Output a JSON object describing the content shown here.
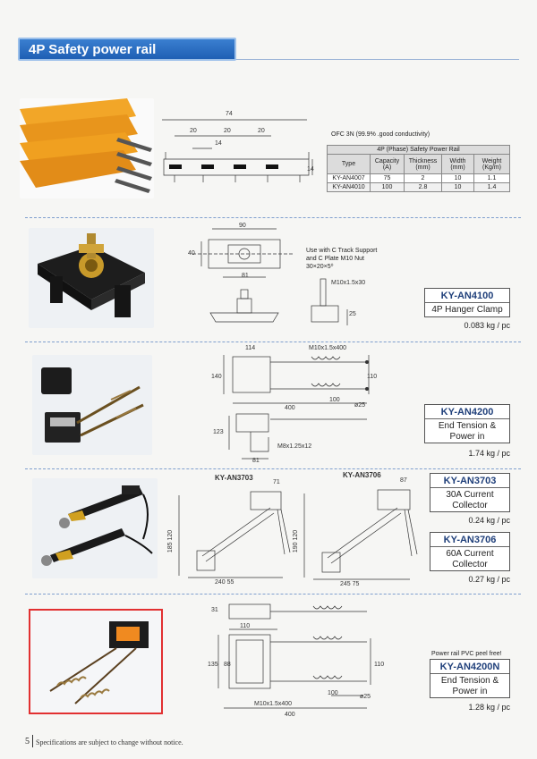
{
  "page": {
    "title": "4P Safety power rail",
    "page_number": "5",
    "footer": "Specifications are subject to change without notice."
  },
  "section1": {
    "note": "OFC 3N (99.9% .good conductivity)",
    "dims": {
      "total": "74",
      "d1": "20",
      "d2": "20",
      "d3": "20",
      "d4": "14",
      "h": "14"
    },
    "table": {
      "caption": "4P (Phase) Safety Power Rail",
      "headers": [
        "Type",
        "Capacity (A)",
        "Thickness (mm)",
        "Width (mm)",
        "Weight (Kg/m)"
      ],
      "rows": [
        [
          "KY-AN4007",
          "75",
          "2",
          "10",
          "1.1"
        ],
        [
          "KY-AN4010",
          "100",
          "2.8",
          "10",
          "1.4"
        ]
      ]
    }
  },
  "section2": {
    "note": [
      "Use with C Track Support",
      "and C Plate M10 Nut",
      "30×20×5⁰"
    ],
    "dims": {
      "w": "90",
      "h": "40",
      "b": "81",
      "bolt": "M10x1.5x30",
      "hh": "25"
    },
    "model": "KY-AN4100",
    "desc": "4P Hanger Clamp",
    "weight": "0.083 kg / pc"
  },
  "section3": {
    "dims": {
      "a": "114",
      "rod": "M10x1.5x400",
      "l": "400",
      "s": "100",
      "h1": "140",
      "h2": "110",
      "dia": "ø25",
      "base": "123",
      "bolt": "M8x1.25x12",
      "w": "81"
    },
    "model": "KY-AN4200",
    "desc": [
      "End Tension &",
      "Power in"
    ],
    "weight": "1.74 kg / pc"
  },
  "section4": {
    "label_a": "KY-AN3703",
    "label_b": "KY-AN3706",
    "dims": {
      "a": "71",
      "b": "87",
      "w1": "240 55",
      "w2": "245 75",
      "h1": "185 120",
      "h2": "190 120"
    },
    "models": [
      {
        "model": "KY-AN3703",
        "desc": [
          "30A Current",
          "Collector"
        ],
        "weight": "0.24 kg / pc"
      },
      {
        "model": "KY-AN3706",
        "desc": [
          "60A Current",
          "Collector"
        ],
        "weight": "0.27 kg / pc"
      }
    ]
  },
  "section5": {
    "note": "Power rail PVC peel free!",
    "dims": {
      "a": "110",
      "b": "135",
      "c": "88",
      "d": "110",
      "rod": "M10x1.5x400",
      "s": "100",
      "dia": "ø25",
      "l": "400",
      "t": "31"
    },
    "model": "KY-AN4200N",
    "desc": [
      "End Tension &",
      "Power in"
    ],
    "weight": "1.28 kg / pc"
  },
  "colors": {
    "accent": "#1f5fb4",
    "rail": "#f0a020",
    "highlight": "#e23030"
  }
}
